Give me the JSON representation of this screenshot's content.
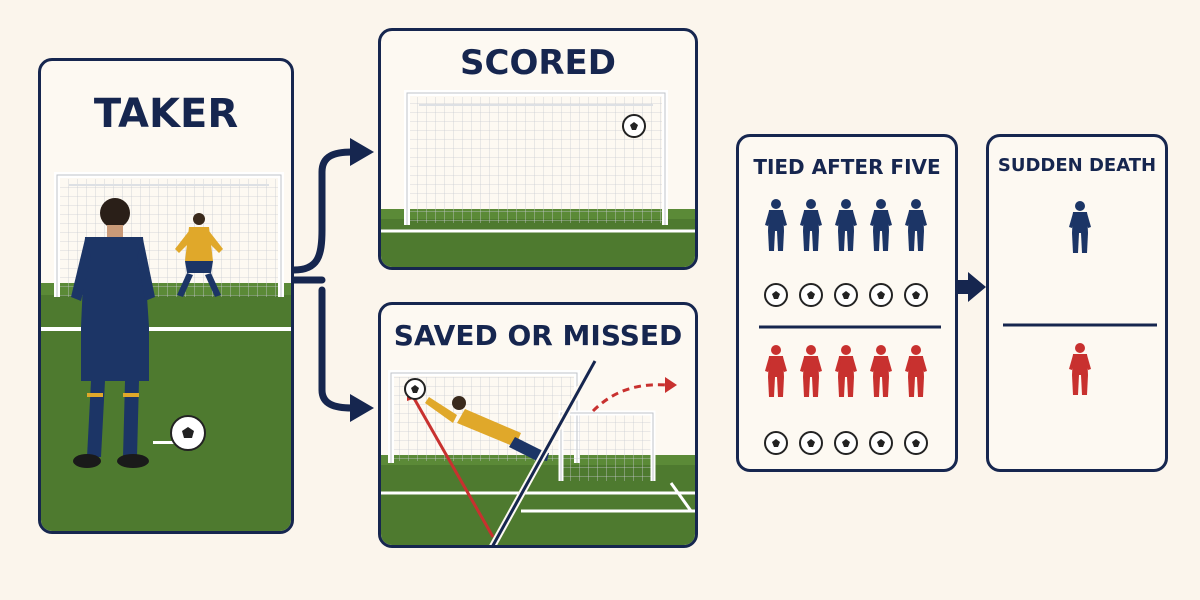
{
  "panels": {
    "taker": {
      "title": "TAKER"
    },
    "scored": {
      "title": "SCORED"
    },
    "saved": {
      "title": "SAVED OR MISSED"
    },
    "tied": {
      "title": "TIED AFTER FIVE"
    },
    "sudden": {
      "title": "SUDDEN DEATH"
    }
  },
  "tied": {
    "kicks_per_team": 5
  },
  "colors": {
    "outline": "#16264f",
    "team_blue": "#1c3566",
    "team_red": "#c8312f",
    "grass": "#4e7a2f",
    "keeper_kit": "#e0a82a",
    "background": "#fbf5ec"
  }
}
